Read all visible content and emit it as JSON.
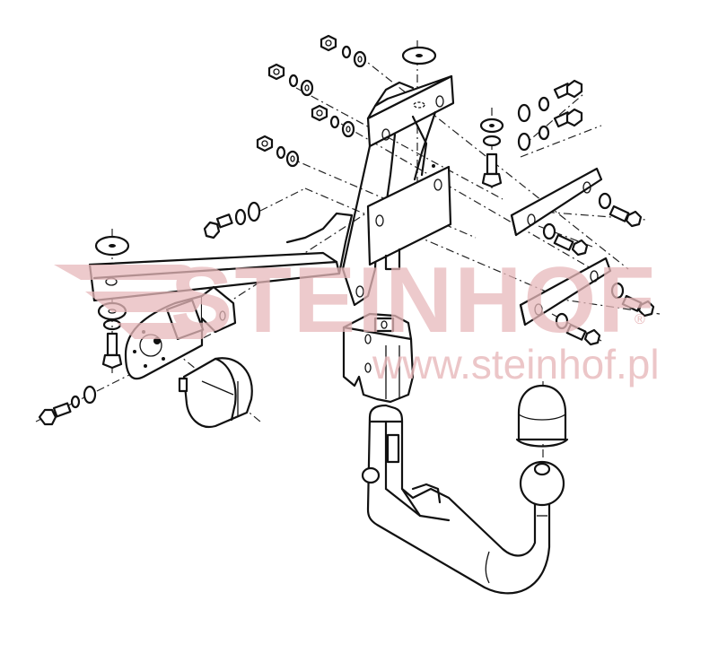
{
  "diagram": {
    "type": "exploded-view technical drawing",
    "subject": "detachable tow bar assembly",
    "background_color": "#ffffff",
    "line_color": "#111111"
  },
  "watermark": {
    "brand": "STEINHOF",
    "registered_mark": "®",
    "url": "www.steinhof.pl",
    "color": "#e8b9bb",
    "opacity": 0.75
  },
  "components": [
    {
      "id": "central-bracket",
      "label": "central mounting bracket with plates"
    },
    {
      "id": "cross-beam",
      "label": "cross beam arm"
    },
    {
      "id": "side-plate-upper",
      "label": "upper side plate"
    },
    {
      "id": "side-plate-lower",
      "label": "lower side plate"
    },
    {
      "id": "socket-bracket",
      "label": "electrical socket bracket"
    },
    {
      "id": "electrical-socket",
      "label": "13-pin electrical socket"
    },
    {
      "id": "receiver-block",
      "label": "removable hook receiver"
    },
    {
      "id": "tow-hook",
      "label": "tow hook neck"
    },
    {
      "id": "tow-ball",
      "label": "tow ball"
    },
    {
      "id": "ball-cap",
      "label": "tow ball protective cap"
    },
    {
      "id": "fasteners",
      "label": "bolts, nuts and washers"
    }
  ]
}
